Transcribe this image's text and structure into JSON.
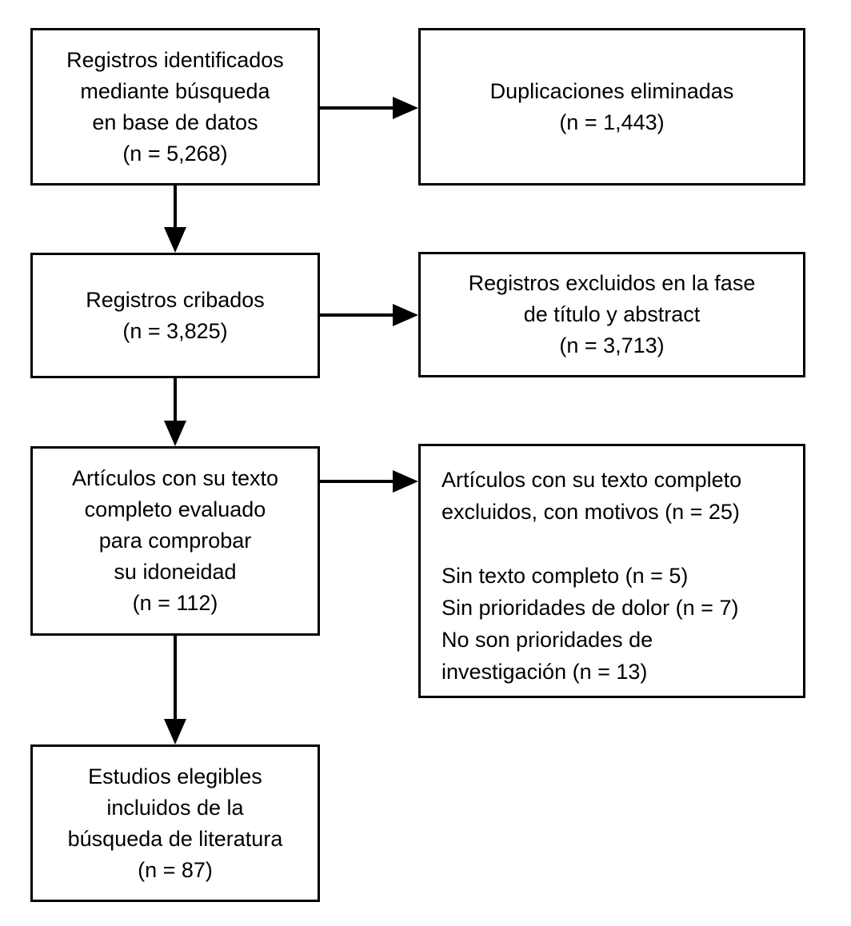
{
  "diagram": {
    "type": "flowchart",
    "language": "es",
    "colors": {
      "border": "#000000",
      "text": "#000000",
      "background": "#ffffff",
      "arrow": "#000000"
    },
    "boxes": {
      "identified": {
        "text": "Registros identificados\nmediante búsqueda\nen base de datos\n(n = 5,268)",
        "count": 5268
      },
      "duplicates_removed": {
        "text": "Duplicaciones eliminadas\n(n = 1,443)",
        "count": 1443
      },
      "screened": {
        "text": "Registros cribados\n(n = 3,825)",
        "count": 3825
      },
      "excluded_title_abstract": {
        "text": "Registros excluidos en la fase\nde título y abstract\n(n = 3,713)",
        "count": 3713
      },
      "fulltext_assessed": {
        "text": "Artículos con su texto\ncompleto evaluado\npara comprobar\nsu idoneidad\n(n = 112)",
        "count": 112
      },
      "fulltext_excluded": {
        "text": "Artículos con su texto completo\nexcluidos, con motivos (n = 25)\n\nSin texto completo (n = 5)\nSin prioridades de dolor (n = 7)\nNo son prioridades de\ninvestigación (n = 13)",
        "count": 25,
        "reasons": [
          {
            "label": "Sin texto completo",
            "count": 5
          },
          {
            "label": "Sin prioridades de dolor",
            "count": 7
          },
          {
            "label": "No son prioridades de investigación",
            "count": 13
          }
        ]
      },
      "included": {
        "text": "Estudios elegibles\nincluidos de la\nbúsqueda de literatura\n(n = 87)",
        "count": 87
      }
    }
  }
}
